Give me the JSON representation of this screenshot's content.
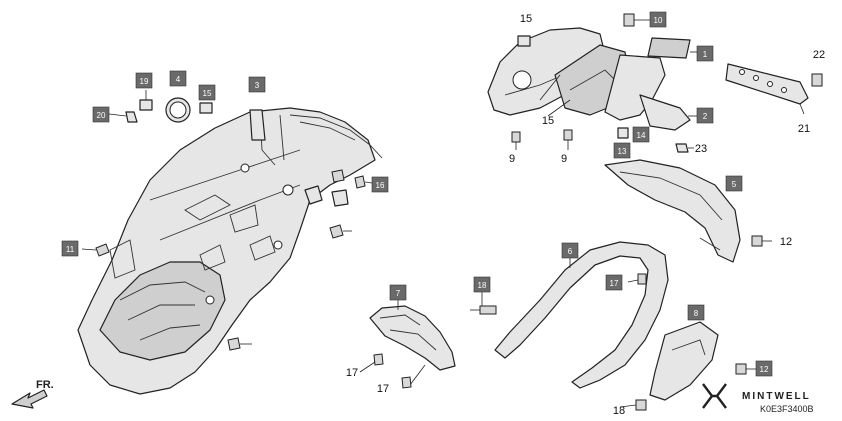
{
  "diagram": {
    "direction_label": "FR.",
    "watermark": "MINTWELL",
    "diagram_code": "K0E3F3400B",
    "boxed_callouts": [
      "1",
      "2",
      "3",
      "4",
      "5",
      "6",
      "7",
      "8",
      "10",
      "11",
      "12",
      "13",
      "14",
      "15",
      "16",
      "17",
      "18",
      "19",
      "20"
    ],
    "plain_callouts": [
      "9",
      "9",
      "12",
      "15",
      "17",
      "17",
      "18",
      "21",
      "22",
      "23"
    ]
  }
}
